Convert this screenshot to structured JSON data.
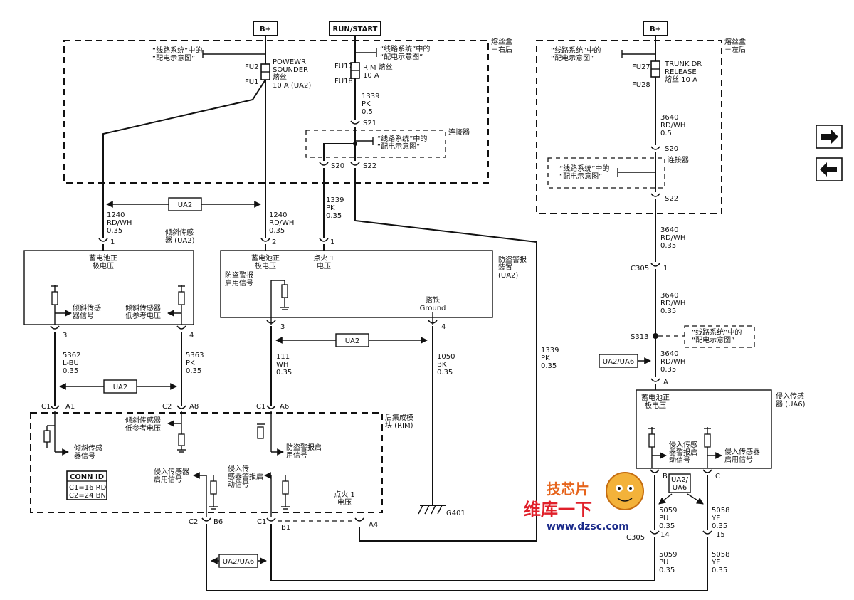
{
  "supplies": {
    "bplus_left": "B+",
    "run_start": "RUN/START",
    "bplus_right": "B+"
  },
  "fuse_box": {
    "right": "熔丝盒\n－右后",
    "left": "熔丝盒\n－左后",
    "ref": "“线路系统”中的\n“配电示意图”"
  },
  "fuses": {
    "fu2": "FU2",
    "fu1": "FU1",
    "powewr": "POWEWR\nSOUNDER\n熔丝\n10 A  (UA2)",
    "fu17": "FU17",
    "fu18": "FU18",
    "rim": "RIM 熔丝\n10 A",
    "fu27": "FU27",
    "fu28": "FU28",
    "trunk": "TRUNK DR\nRELEASE\n熔丝    10 A"
  },
  "connector_label": "连接器",
  "splices": {
    "s21": "S21",
    "s20": "S20",
    "s22": "S22",
    "s313": "S313",
    "c305": "C305"
  },
  "wires": {
    "w1339_top": "1339\nPK\n0.5",
    "w1339_mid": "1339\nPK\n0.35",
    "w1339_right": "1339\nPK\n0.35",
    "w1240_left": "1240\nRD/WH\n0.35",
    "w1240_right": "1240\nRD/WH\n0.35",
    "w3640_1": "3640\nRD/WH\n0.5",
    "w3640_2": "3640\nRD/WH\n0.35",
    "w3640_3": "3640\nRD/WH\n0.35",
    "w3640_4": "3640\nRD/WH\n0.35",
    "w5362": "5362\nL-BU\n0.35",
    "w5363": "5363\nPK\n0.35",
    "w111": "111\nWH\n0.35",
    "w1050": "1050\nBK\n0.35",
    "w5059_a": "5059\nPU\n0.35",
    "w5058_a": "5058\nYE\n0.35",
    "w5059_b": "5059\nPU\n0.35",
    "w5058_b": "5058\nYE\n0.35"
  },
  "tags": {
    "ua2": "UA2",
    "ua2_ua6": "UA2/UA6",
    "ua2_ua6_short": "UA2/\nUA6"
  },
  "tilt_sensor": {
    "name": "倾斜传感\n器 (UA2)",
    "batt": "蓄电池正\n极电压",
    "signal": "倾斜传感\n器信号",
    "lowref": "倾斜传感器\n低参考电压"
  },
  "alarm": {
    "name": "防盗警报\n装置\n(UA2)",
    "batt": "蓄电池正\n极电压",
    "ign": "点火 1\n电压",
    "enable": "防盗警报\n启用信号",
    "ground": "搭铁\nGround"
  },
  "rim": {
    "name": "后集成模\n块 (RIM)",
    "lowref": "倾斜传感器\n低参考电压",
    "tilt_sig": "倾斜传感\n器信号",
    "alarm_en": "防盗警报启\n用信号",
    "intr_en": "侵入传感器\n启用信号",
    "intr_trig": "侵入传\n感器警报启\n动信号",
    "ign": "点火 1\n电压",
    "conn_id": "CONN ID",
    "c1": "C1=16 RD",
    "c2": "C2=24 BN"
  },
  "intrusion": {
    "name": "侵入传感\n器 (UA6)",
    "batt": "蓄电池正\n极电压",
    "trig": "侵入传感\n器警报启\n动信号",
    "en": "侵入传感器\n启用信号"
  },
  "pins": {
    "p1": "1",
    "p2": "2",
    "p3": "3",
    "p4": "4",
    "c1": "C1",
    "c2": "C2",
    "a1": "A1",
    "a8": "A8",
    "a6": "A6",
    "a4": "A4",
    "b1": "B1",
    "b6": "B6",
    "a": "A",
    "b": "B",
    "c": "C",
    "n14": "14",
    "n15": "15"
  },
  "ground_label": "G401",
  "watermark": {
    "brand1": "技芯片",
    "brand2": "维库一下",
    "url": "www.dzsc.com"
  },
  "nav": {
    "next": "next-page",
    "prev": "prev-page"
  }
}
